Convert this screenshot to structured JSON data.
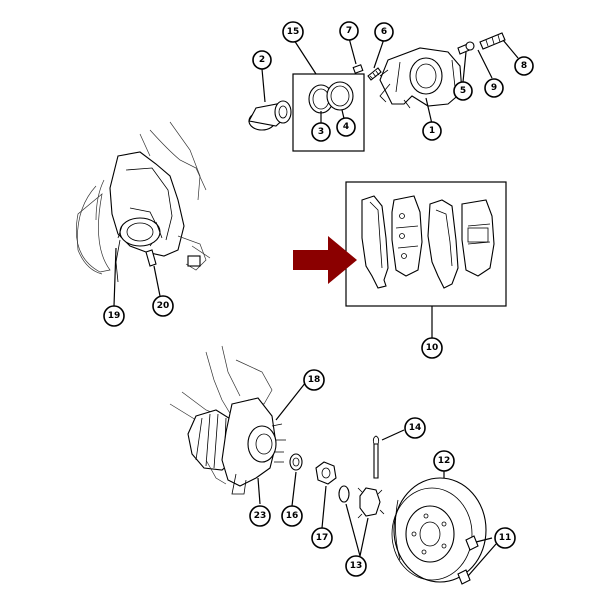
{
  "diagram": {
    "callouts": {
      "c1": "1",
      "c2": "2",
      "c3": "3",
      "c4": "4",
      "c5": "5",
      "c6": "6",
      "c7": "7",
      "c8": "8",
      "c9": "9",
      "c10": "10",
      "c11": "11",
      "c12": "12",
      "c13": "13",
      "c14": "14",
      "c15": "15",
      "c16": "16",
      "c17": "17",
      "c18": "18",
      "c19": "19",
      "c20": "20",
      "c23": "23"
    },
    "arrow_color": "#8b0000"
  }
}
